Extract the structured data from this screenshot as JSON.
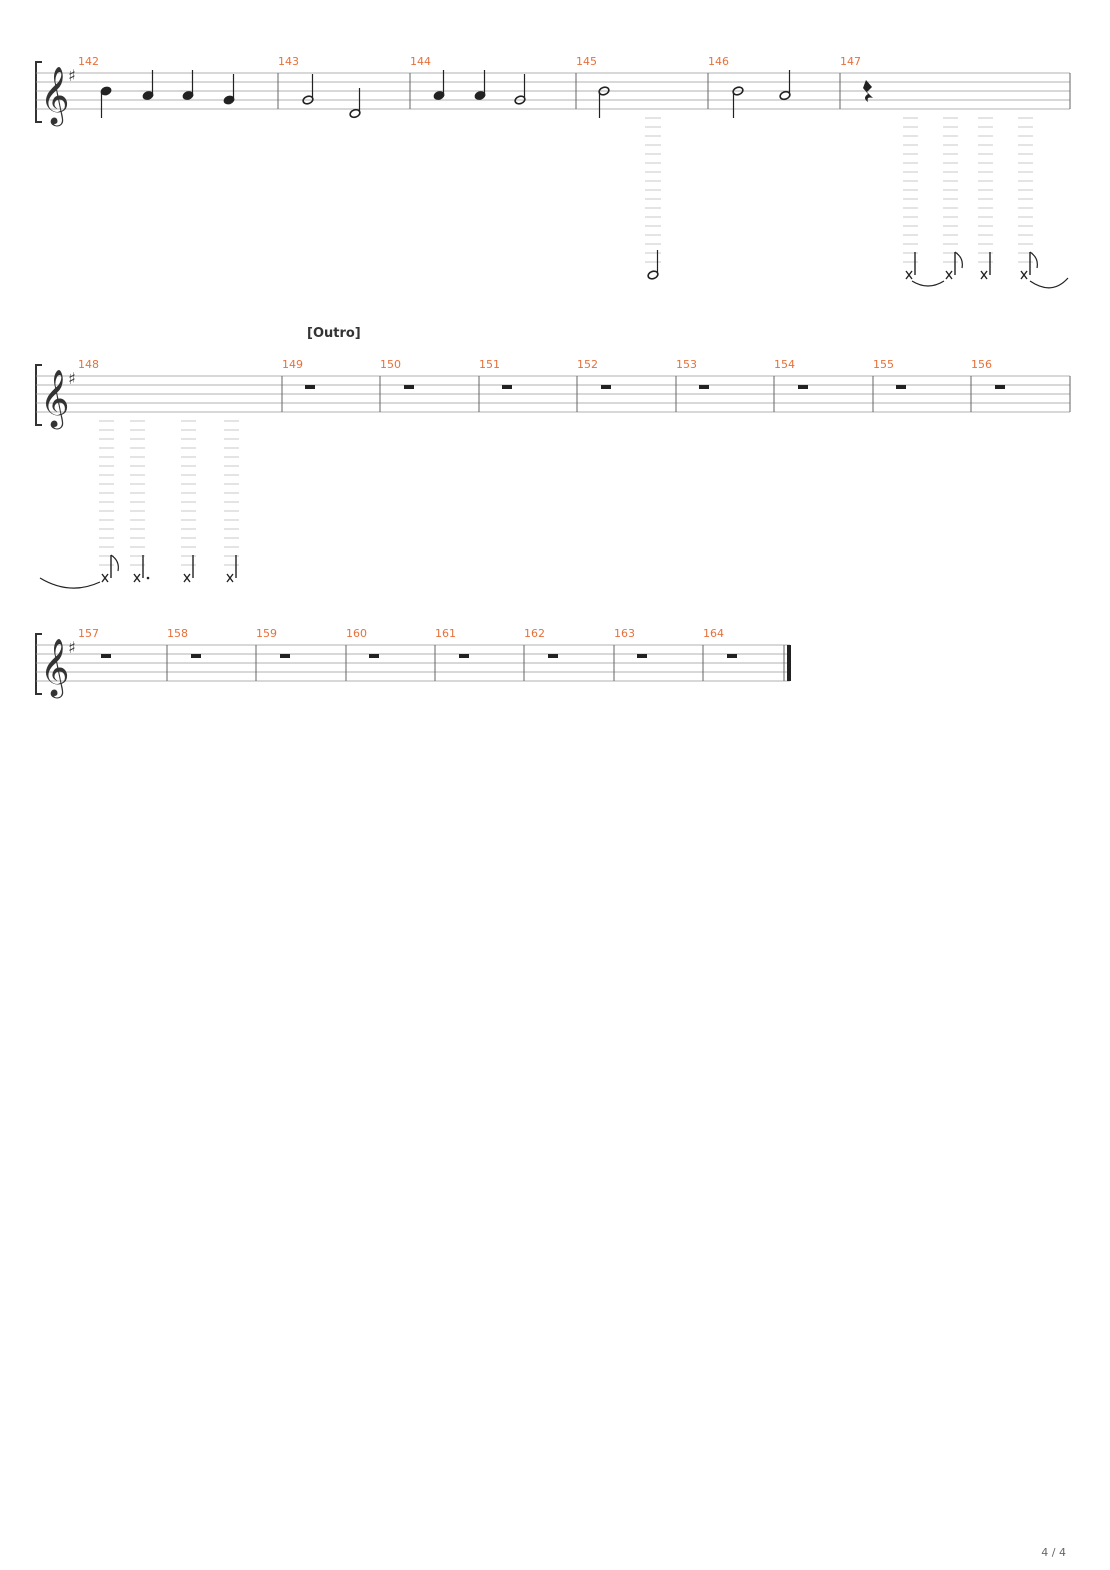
{
  "systems": [
    {
      "section": "",
      "measures": [
        {
          "number": "142"
        },
        {
          "number": "143"
        },
        {
          "number": "144"
        },
        {
          "number": "145"
        },
        {
          "number": "146"
        },
        {
          "number": "147"
        }
      ]
    },
    {
      "section": "[Outro]",
      "measures": [
        {
          "number": "148"
        },
        {
          "number": "149"
        },
        {
          "number": "150"
        },
        {
          "number": "151"
        },
        {
          "number": "152"
        },
        {
          "number": "153"
        },
        {
          "number": "154"
        },
        {
          "number": "155"
        },
        {
          "number": "156"
        }
      ]
    },
    {
      "section": "",
      "measures": [
        {
          "number": "157"
        },
        {
          "number": "158"
        },
        {
          "number": "159"
        },
        {
          "number": "160"
        },
        {
          "number": "161"
        },
        {
          "number": "162"
        },
        {
          "number": "163"
        },
        {
          "number": "164"
        }
      ]
    }
  ],
  "page_number": "4 / 4",
  "colors": {
    "measure_number": "#e8703a",
    "staff_lines": "#999999",
    "notes": "#222222"
  }
}
